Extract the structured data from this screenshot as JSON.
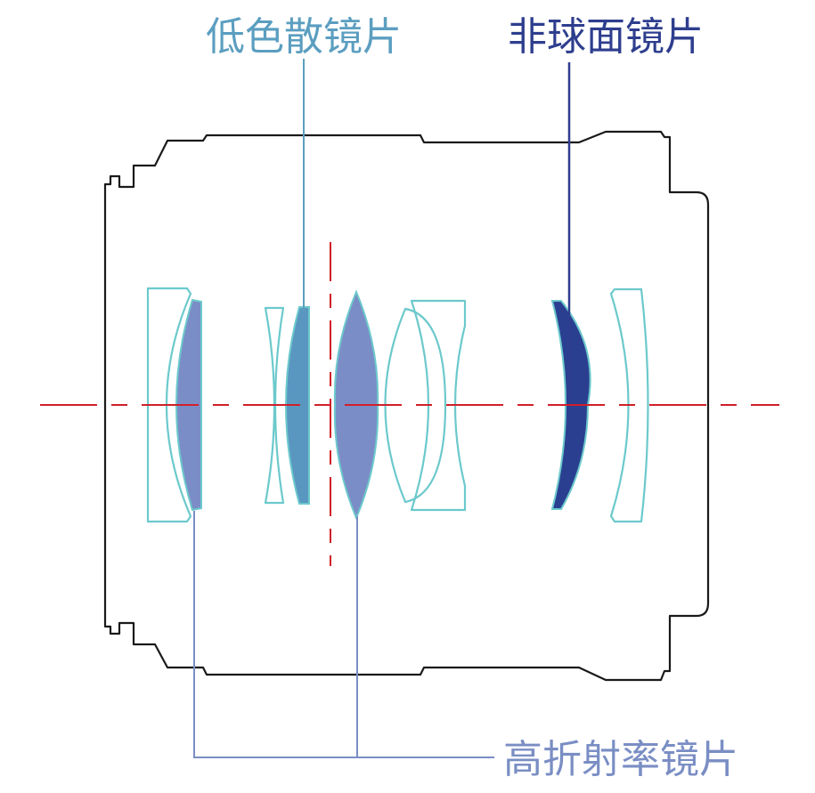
{
  "labels": {
    "low_dispersion": "低色散镜片",
    "aspherical": "非球面镜片",
    "high_refractive": "高折射率镜片"
  },
  "colors": {
    "low_dispersion": "#5b9ec0",
    "aspherical": "#2e3e8e",
    "high_refractive": "#7a8ec4",
    "high_refractive_fill": "#7b8dc6",
    "low_dispersion_fill": "#5a97c0",
    "aspherical_fill": "#2b3f91",
    "plain_lens_outline": "#6cc9cc",
    "barrel_outline": "#1a1a1a",
    "optical_axis": "#d01f2a"
  }
}
